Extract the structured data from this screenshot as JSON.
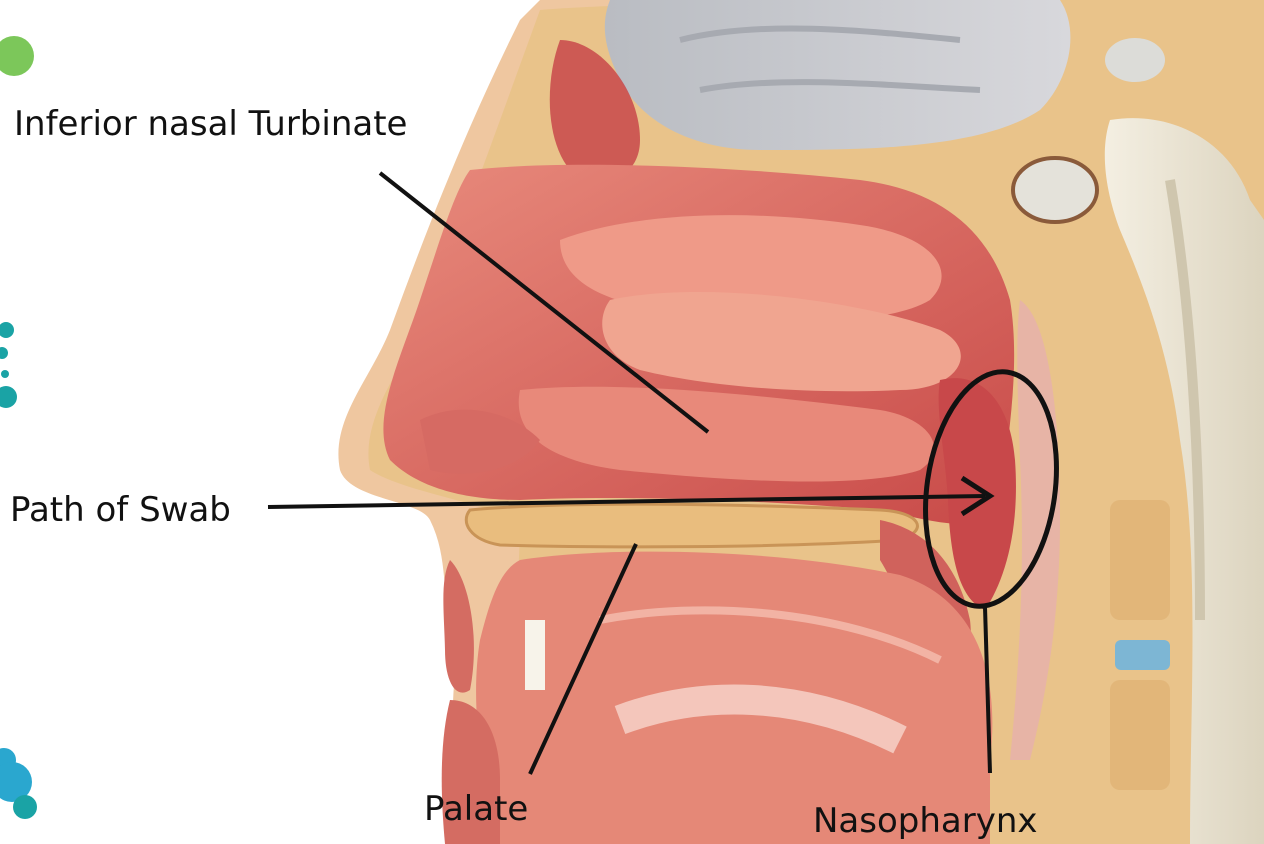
{
  "labels": {
    "inferior_nasal_turbinate": "Inferior nasal Turbinate",
    "path_of_swab": "Path of Swab",
    "palate": "Palate",
    "nasopharynx": "Nasopharynx"
  },
  "colors": {
    "tissue_dark": "#c8484a",
    "tissue_mid": "#e27a6e",
    "tissue_light": "#f0a590",
    "bone": "#e9c38a",
    "brain": "#c4c4c8",
    "spine": "#efe9d8",
    "annotation": "#111111",
    "accent_green": "#7cc75a",
    "accent_teal": "#1aa3a5",
    "accent_blue": "#2aa7cf"
  }
}
